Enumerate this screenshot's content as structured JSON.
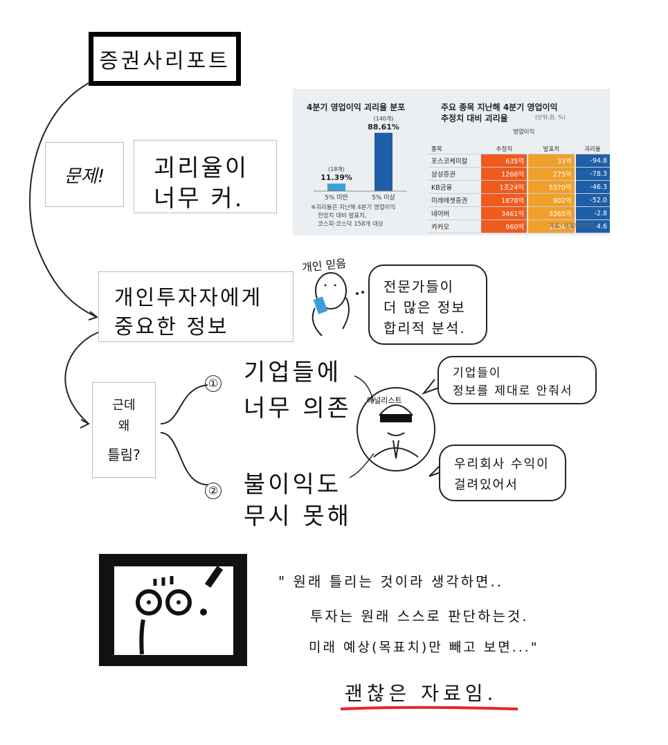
{
  "title": "증권사리포트",
  "problem_label": "문제!",
  "gap_note": {
    "line1": "괴리율이",
    "line2": "너무 커."
  },
  "info_box": {
    "line1": "개인투자자에게",
    "line2": "중요한 정보"
  },
  "why_box": {
    "line1": "근데",
    "line2": "왜",
    "line3": "틀림?"
  },
  "reasons": {
    "r1_num": "①",
    "r1_line1": "기업들에",
    "r1_line2": "너무 의존",
    "r2_num": "②",
    "r2_line1": "불이익도",
    "r2_line2": "무시 못해"
  },
  "person_label": "개인 믿음",
  "person_bubble": {
    "line1": "전문가들이",
    "line2": "더 많은 정보",
    "line3": "합리적 분석."
  },
  "analyst_label": "애널리스트",
  "analyst_bubble1": {
    "line1": "기업들이",
    "line2": "정보를 제대로 안줘서"
  },
  "analyst_bubble2": {
    "line1": "우리회사 수익이",
    "line2": "걸려있어서"
  },
  "quote": {
    "line1": "\" 원래 틀리는 것이라 생각하면..",
    "line2": "투자는 원래 스스로 판단하는것.",
    "line3": "미래 예상(목표치)만 빼고 보면...\"",
    "conclusion": "괜찮은 자료임."
  },
  "chart_data": [
    {
      "type": "bar",
      "title": "4분기 영업이익 괴리율 분포",
      "categories": [
        "5% 미만",
        "5% 이상"
      ],
      "values": [
        11.39,
        88.61
      ],
      "value_labels": [
        "11.39%",
        "88.61%"
      ],
      "counts": [
        "(18개)",
        "(140개)"
      ],
      "colors": [
        "#3aa0d0",
        "#1f5ea8"
      ],
      "note1": "※괴리율은 지난해 4분기 영업이익",
      "note2": "전망치 대비 발표치,",
      "note3": "코스피·코스닥 158개 대상"
    },
    {
      "type": "table",
      "title": "주요 종목 지난해 4분기 영업이익",
      "title2": "추정치 대비 괴리율",
      "unit": "(단위:원, %)",
      "group_header": "영업이익",
      "columns": [
        "종목",
        "추정치",
        "발표치",
        "괴리율"
      ],
      "rows": [
        [
          "포스코케미칼",
          "635억",
          "33억",
          "-94.8"
        ],
        [
          "삼성증권",
          "1266억",
          "275억",
          "-78.3"
        ],
        [
          "KB금융",
          "1조24억",
          "5370억",
          "-46.3"
        ],
        [
          "미래에셋증권",
          "1878억",
          "902억",
          "-52.0"
        ],
        [
          "네이버",
          "3461억",
          "3365억",
          "-2.8"
        ],
        [
          "카카오",
          "960억",
          "1004억",
          "4.6"
        ]
      ],
      "source": "자료: 에프앤가이드"
    }
  ]
}
